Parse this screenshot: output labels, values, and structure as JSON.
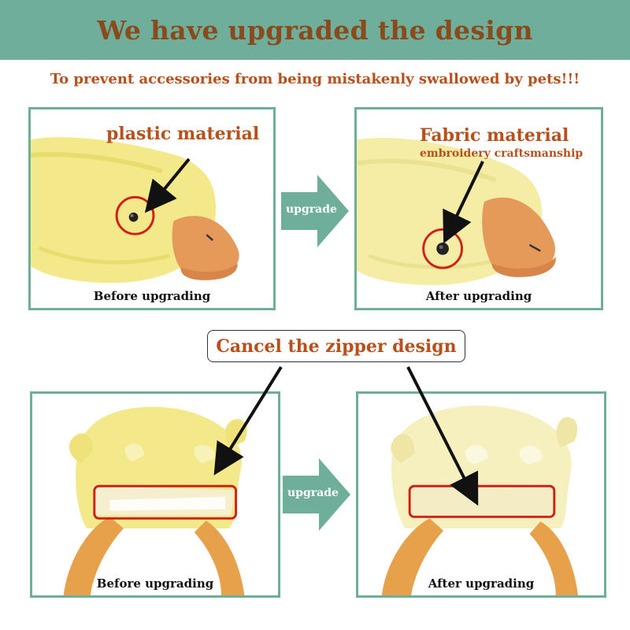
{
  "header": {
    "title": "We have upgraded the design"
  },
  "subtitle": "To prevent accessories from being mistakenly swallowed by pets!!!",
  "top_row": {
    "before": {
      "label": "plastic material",
      "caption": "Before upgrading"
    },
    "after": {
      "label": "Fabric material",
      "sublabel": "embroidery craftsmanship",
      "caption": "After upgrading"
    },
    "arrow_label": "upgrade"
  },
  "middle": {
    "label": "Cancel the zipper design"
  },
  "bottom_row": {
    "before": {
      "caption": "Before upgrading"
    },
    "after": {
      "caption": "After upgrading"
    },
    "arrow_label": "upgrade"
  },
  "colors": {
    "banner": "#6fae9a",
    "title_text": "#8a4a1c",
    "accent_text": "#b8501c",
    "highlight": "#d0201a",
    "plush": "#f3e98a",
    "beak": "#e59a5a"
  },
  "icons": {
    "transition": "right-arrow-icon",
    "pointer": "pointer-arrow-icon"
  }
}
